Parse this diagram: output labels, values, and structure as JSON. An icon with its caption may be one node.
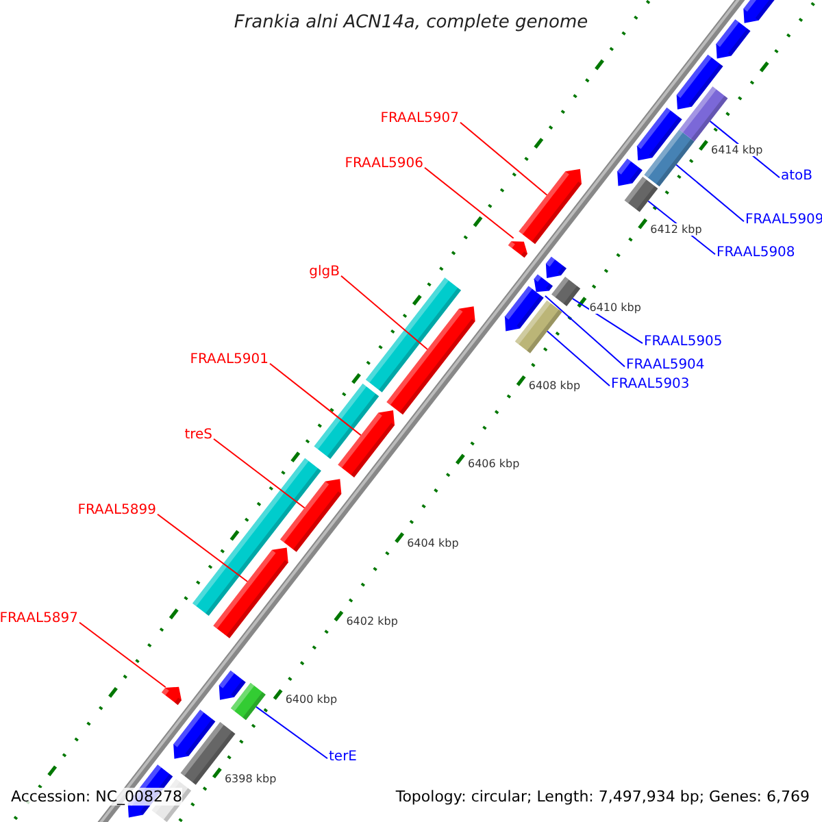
{
  "diagram": {
    "title": "Frankia alni ACN14a, complete genome",
    "nodes": [
      {
        "text": [
          "FRAAL5907"
        ]
      },
      {
        "text": [
          "FRAAL5906"
        ]
      },
      {
        "text": [
          "atoB"
        ]
      },
      {
        "text": [
          "FRAAL5909"
        ]
      },
      {
        "text": [
          "FRAAL5908"
        ]
      },
      {
        "text": [
          "glgB"
        ]
      },
      {
        "text": [
          "FRAAL5905"
        ]
      },
      {
        "text": [
          "FRAAL5904"
        ]
      },
      {
        "text": [
          "FRAAL5903"
        ]
      },
      {
        "text": [
          "FRAAL5901"
        ]
      },
      {
        "text": [
          "treS"
        ]
      },
      {
        "text": [
          "FRAAL5899"
        ]
      },
      {
        "text": [
          "FRAAL5897"
        ]
      },
      {
        "text": [
          "terE"
        ]
      },
      {
        "text": [],
        "shape": "bar"
      },
      {
        "text": [],
        "shape": "bar"
      },
      {
        "text": [],
        "shape": "bar"
      },
      {
        "text": [],
        "shape": "bar"
      },
      {
        "text": [],
        "shape": "bar"
      },
      {
        "text": [],
        "shape": "bar"
      },
      {
        "text": [],
        "shape": "bar"
      },
      {
        "text": [],
        "shape": "bar"
      },
      {
        "text": [],
        "shape": "bar"
      },
      {
        "text": [],
        "shape": "bar"
      },
      {
        "text": [],
        "shape": "bar"
      },
      {
        "text": [],
        "shape": "bar"
      },
      {
        "text": [],
        "shape": "bar"
      },
      {
        "text": [],
        "shape": "bar"
      }
    ],
    "edges": [
      {
        "from": 0,
        "to": 17,
        "arrow": "none"
      },
      {
        "from": 1,
        "to": 18,
        "arrow": "none"
      },
      {
        "from": 2,
        "to": 14,
        "arrow": "none",
        "color": "#0000ff"
      },
      {
        "from": 3,
        "to": 15,
        "arrow": "none",
        "color": "#0000ff"
      },
      {
        "from": 4,
        "to": 16,
        "arrow": "none",
        "color": "#0000ff"
      },
      {
        "from": 5,
        "to": 22,
        "arrow": "none"
      },
      {
        "from": 6,
        "to": 20,
        "arrow": "none",
        "color": "#0000ff"
      },
      {
        "from": 7,
        "to": 19,
        "arrow": "none",
        "color": "#0000ff"
      },
      {
        "from": 8,
        "to": 21,
        "arrow": "none",
        "color": "#0000ff"
      },
      {
        "from": 9,
        "to": 23,
        "arrow": "none"
      },
      {
        "from": 10,
        "to": 24,
        "arrow": "none"
      },
      {
        "from": 11,
        "to": 25,
        "arrow": "none"
      },
      {
        "from": 12,
        "to": 26,
        "arrow": "none"
      },
      {
        "from": 13,
        "to": 27,
        "arrow": "none",
        "color": "#0000ff"
      }
    ],
    "labels": [
      "6414 kbp",
      "6412 kbp",
      "6410 kbp",
      "6408 kbp",
      "6406 kbp",
      "6404 kbp",
      "6402 kbp",
      "6400 kbp",
      "6398 kbp",
      "Accession: NC_008278",
      "Topology: circular; Length: 7,497,934 bp; Genes: 6,769"
    ]
  }
}
